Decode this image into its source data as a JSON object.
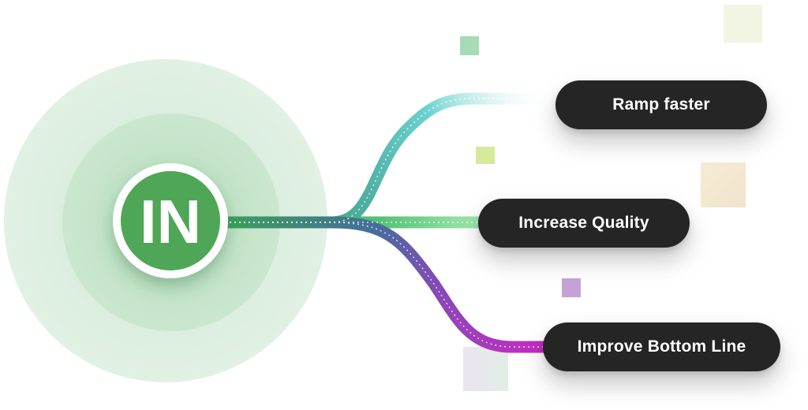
{
  "logo": {
    "text": "IN",
    "color": "#4ea656"
  },
  "branches": [
    {
      "label": "Ramp faster",
      "colors": [
        "#3aa05a",
        "#5ccfcb",
        "#bfeeea"
      ]
    },
    {
      "label": "Increase Quality",
      "colors": [
        "#3aa05a",
        "#58d07a",
        "#b6f0c2"
      ]
    },
    {
      "label": "Improve Bottom Line",
      "colors": [
        "#3aa05a",
        "#7b55b8",
        "#c42ac2"
      ]
    }
  ],
  "colors": {
    "pill_background": "#252525",
    "pill_text": "#ffffff",
    "outer_ring": "#dcefdf",
    "inner_ring": "#c5e5ca",
    "logo_green": "#4ea656"
  },
  "decorative_squares": [
    {
      "name": "sq-green",
      "color": "#a6dbb6"
    },
    {
      "name": "sq-cream-top",
      "color": "#f1f5e2"
    },
    {
      "name": "sq-lime",
      "color": "#d6ea9b"
    },
    {
      "name": "sq-peach",
      "color": "#f3e6cf"
    },
    {
      "name": "sq-lavender",
      "color": "#c4a2d7"
    },
    {
      "name": "sq-pastel-bottom",
      "color": "#e1efe4"
    }
  ]
}
